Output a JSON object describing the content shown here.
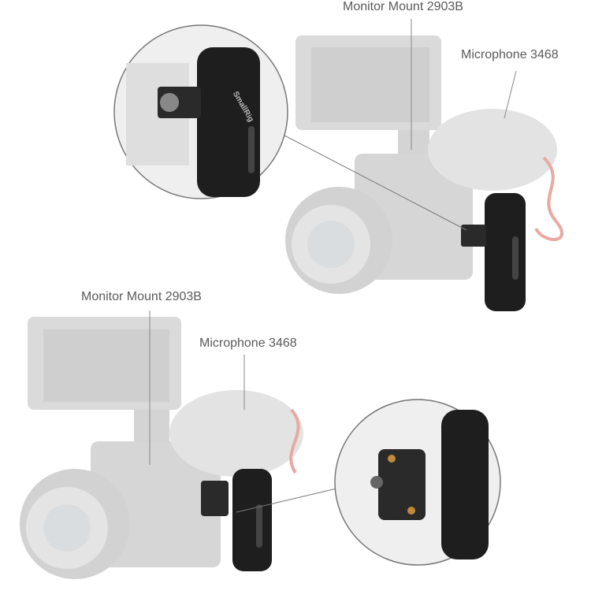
{
  "top_scene": {
    "monitor_label": "Monitor Mount 2903B",
    "microphone_label": "Microphone 3468",
    "grip_brand": "SmallRig"
  },
  "bottom_scene": {
    "monitor_label": "Monitor Mount 2903B",
    "microphone_label": "Microphone 3468"
  },
  "colors": {
    "ghost_gray": "#d9d9d9",
    "grip_black": "#1e1e1e",
    "cable_red": "#e8a9a3",
    "label_text": "#5a5a5a"
  }
}
